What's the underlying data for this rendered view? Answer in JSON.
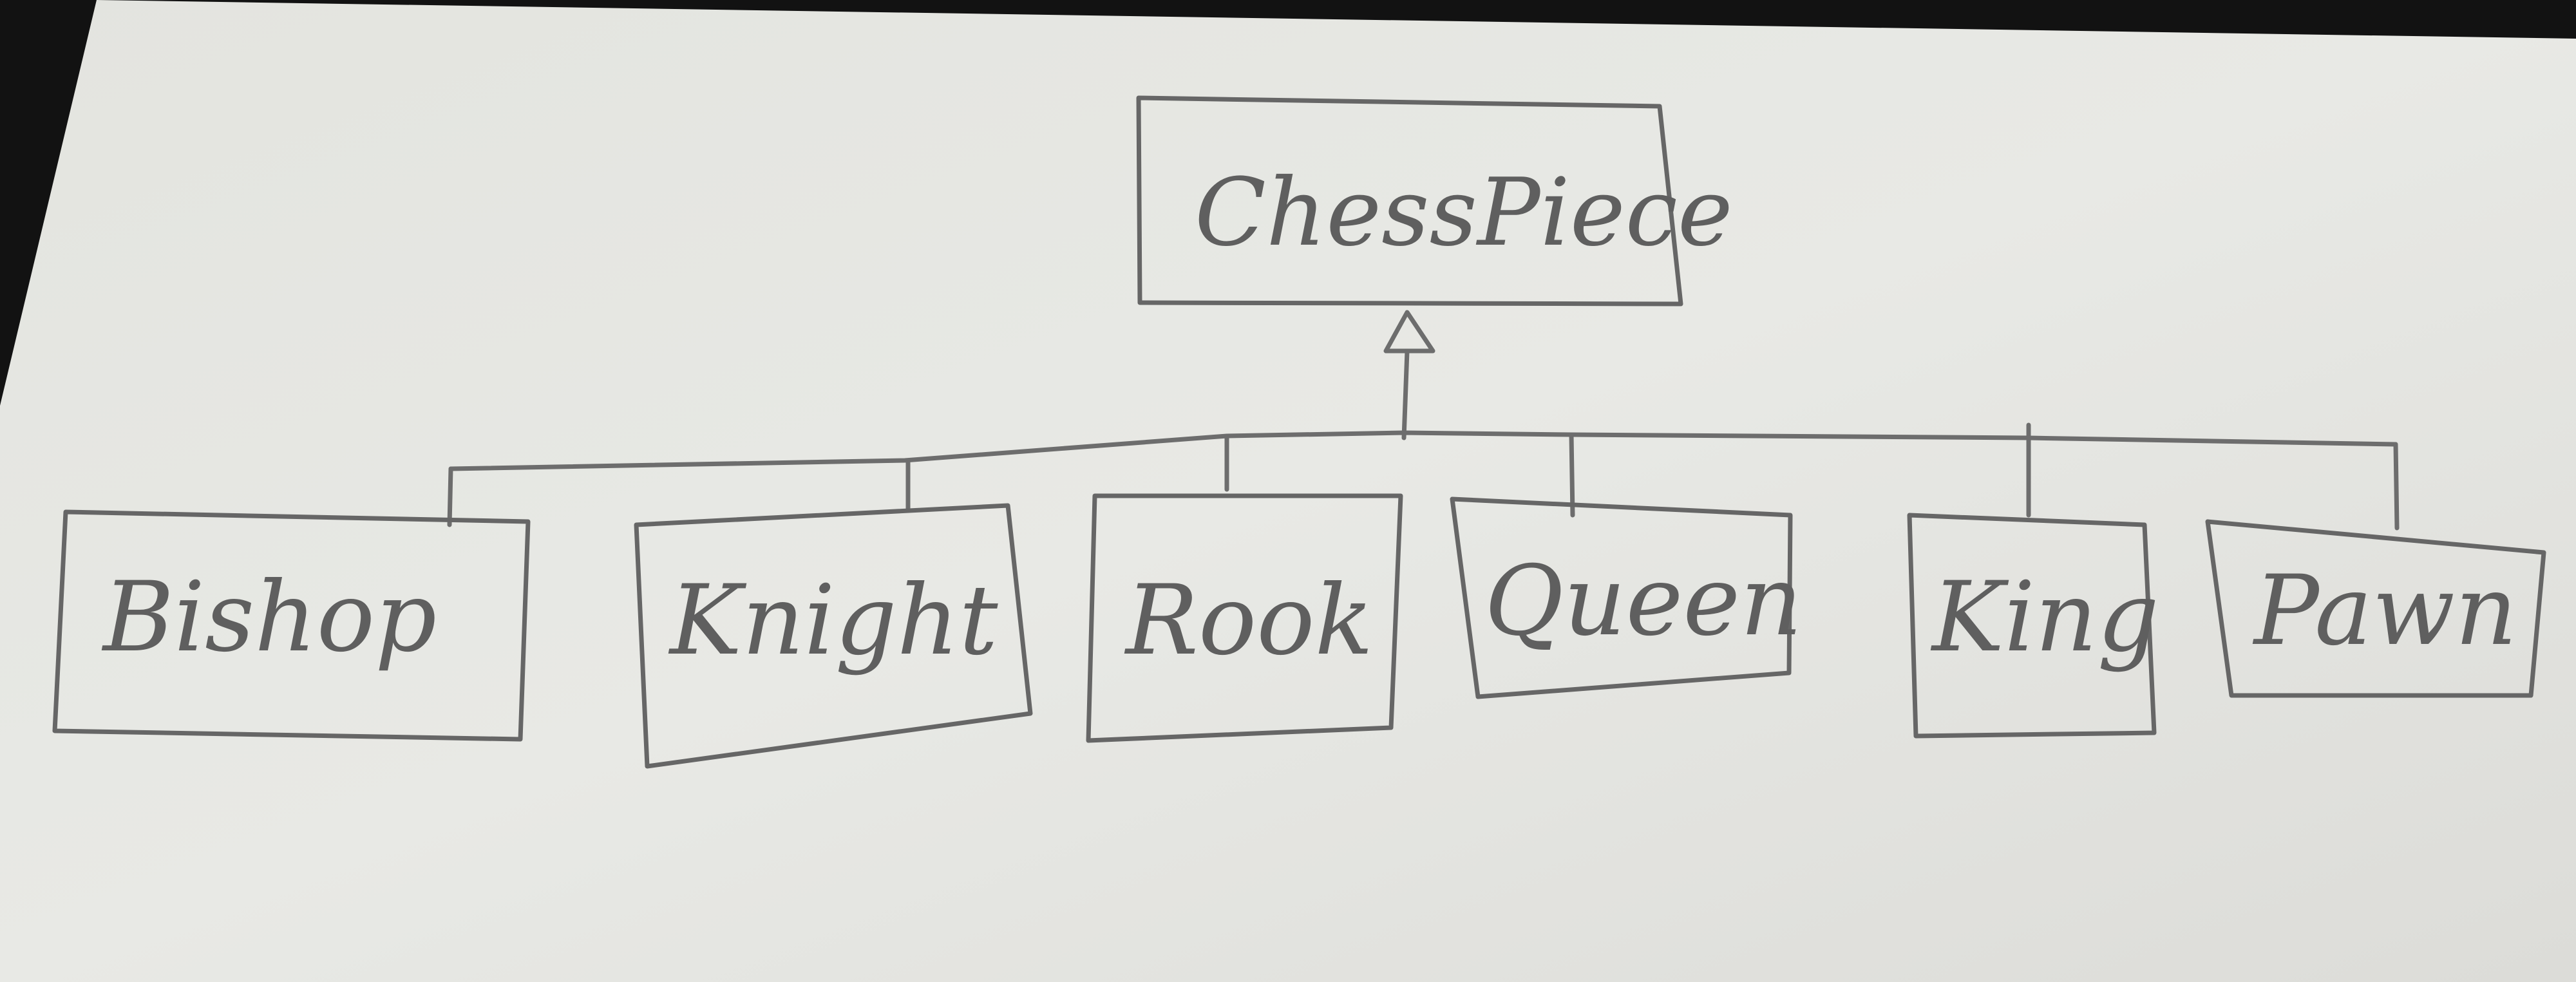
{
  "diagram": {
    "type": "class-inheritance",
    "root": {
      "label": "ChessPiece"
    },
    "children": [
      {
        "label": "Bishop"
      },
      {
        "label": "Knight"
      },
      {
        "label": "Rook"
      },
      {
        "label": "Queen"
      },
      {
        "label": "King"
      },
      {
        "label": "Pawn"
      }
    ],
    "relationship": "generalization"
  },
  "colors": {
    "paper": "#e6e7e3",
    "background": "#121212",
    "ink": "#666666"
  }
}
